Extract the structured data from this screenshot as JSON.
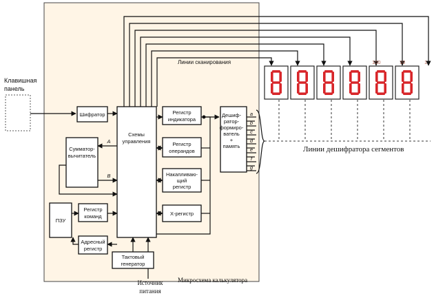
{
  "labels": {
    "keyboard": [
      "Клавишная",
      "панель"
    ],
    "encoder": "Шифратор",
    "control": [
      "Схемы",
      "управления"
    ],
    "indicator_reg": [
      "Регистр",
      "индикатора"
    ],
    "operand_reg": [
      "Регистр",
      "операндов"
    ],
    "accum_reg": [
      "Накапливаю-",
      "щий",
      "регистр"
    ],
    "x_reg": "Х-регистр",
    "decoder": [
      "Дешиф-",
      "ратор-",
      "формиро-",
      "ватель",
      "+",
      "память"
    ],
    "adder": [
      "Сумматор-",
      "вычитатель"
    ],
    "rom": "ПЗУ",
    "cmd_reg": [
      "Регистр",
      "команд"
    ],
    "addr_reg": [
      "Адресный",
      "регистр"
    ],
    "clock": [
      "Тактовый",
      "генератор"
    ],
    "power": [
      "Источник",
      "питания"
    ],
    "chip": "Микросхема калькулятора",
    "scan_lines": "Линии сканирования",
    "segment_lines": "Линии дешифратора сегментов",
    "bus_a": "A",
    "bus_b": "B",
    "segments": [
      "a",
      "b",
      "c",
      "d",
      "e",
      "f",
      "g"
    ],
    "digit_marks": [
      "100",
      "10",
      "1"
    ]
  },
  "colors": {
    "chip_fill": "#fff5e6",
    "segment_on": "#d8262a",
    "line": "#111111"
  }
}
